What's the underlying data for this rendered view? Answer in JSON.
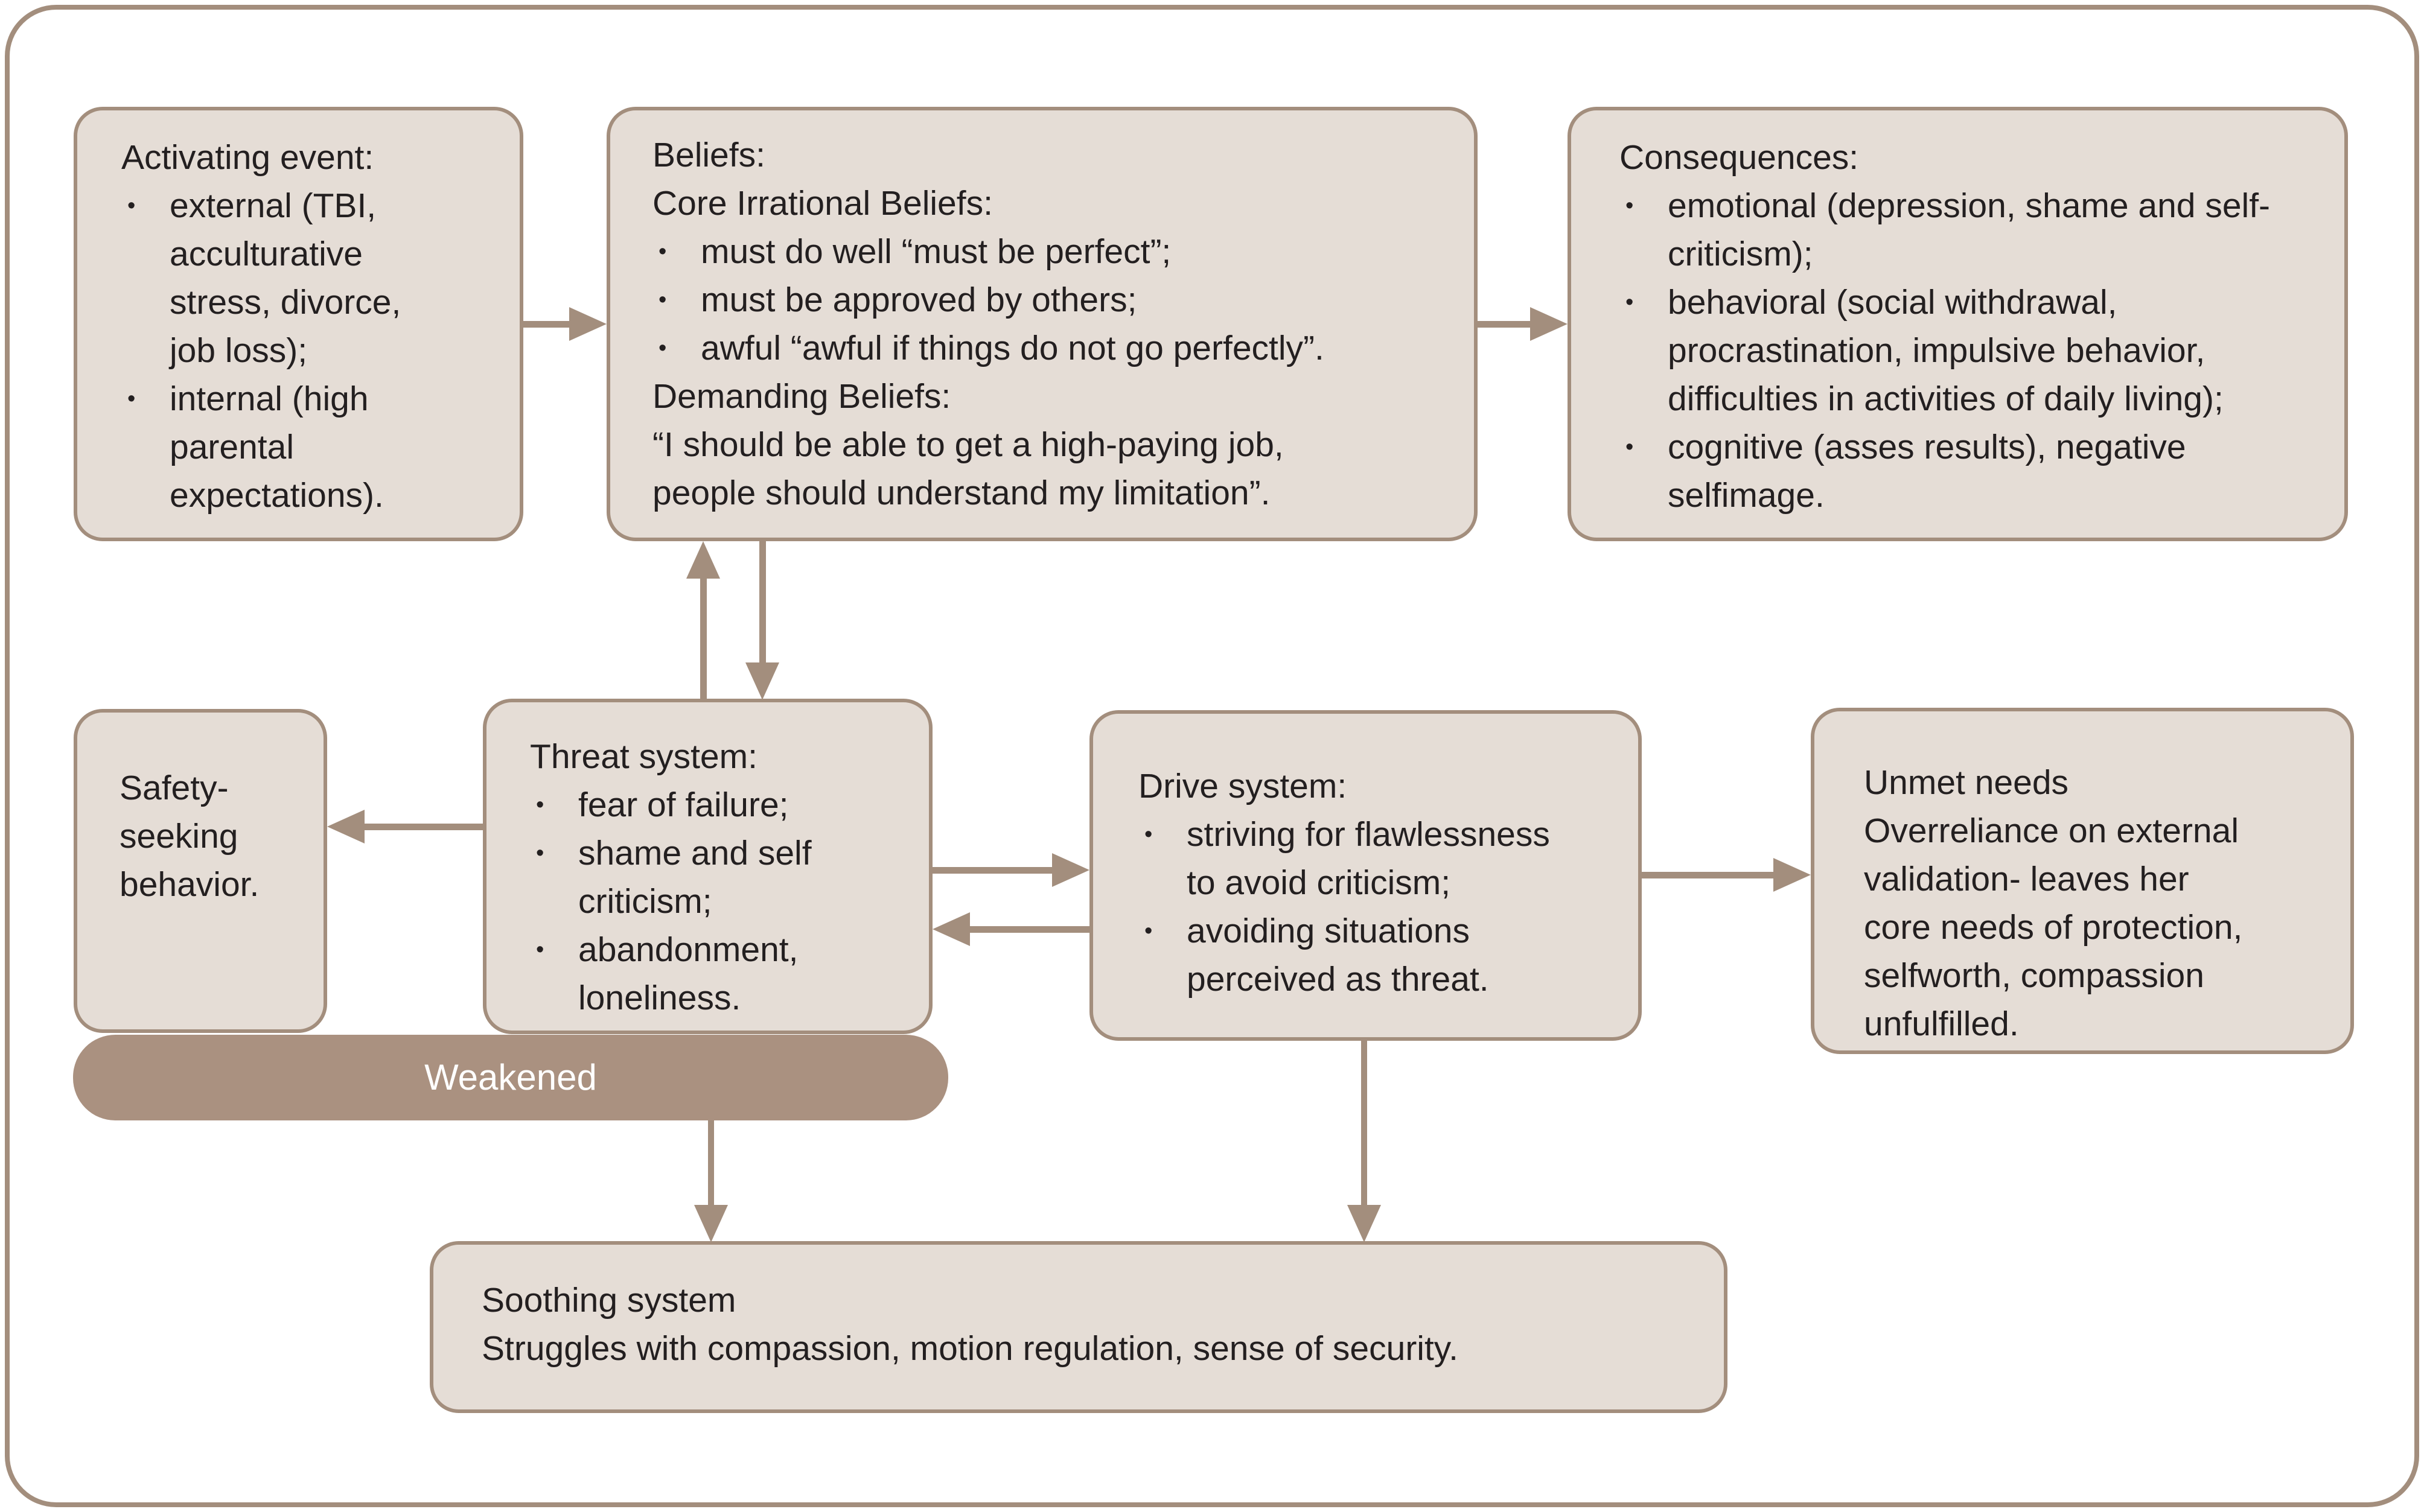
{
  "figure": {
    "bullet_char": "•",
    "colors": {
      "line": "#a38e7d",
      "fill": "#e5ddd6",
      "ink": "#231f20",
      "weakened_fill": "#aa9180",
      "weakened_ink": "#ffffff",
      "bg": "#ffffff"
    }
  },
  "boxes": {
    "activating": {
      "title": "Activating event:",
      "bullets": [
        "external (TBI, acculturative stress, divorce, job loss);",
        "internal (high parental expectations)."
      ]
    },
    "beliefs": {
      "line1": "Beliefs:",
      "line2": "Core Irrational Beliefs:",
      "bullets": [
        "must do well “must be perfect”;",
        "must be approved by others;",
        "awful “awful if things do not go perfectly”."
      ],
      "line3": "Demanding Beliefs:",
      "line4": "“I should be able to get a high-paying job, people should understand my limitation”."
    },
    "consequences": {
      "title": "Consequences:",
      "bullets": [
        "emotional (depression, shame and self-criticism);",
        "behavioral (social withdrawal, procrastination, impulsive behavior, difficulties in activities of daily living);",
        "cognitive (asses results), negative selfimage."
      ]
    },
    "safety": {
      "text": "Safety-seeking behavior."
    },
    "threat": {
      "title": "Threat system:",
      "bullets": [
        "fear of failure;",
        "shame and self criticism;",
        "abandonment, loneliness."
      ]
    },
    "drive": {
      "title": "Drive system:",
      "bullets": [
        "striving for flawlessness to avoid criticism;",
        "avoiding situations perceived as threat."
      ]
    },
    "unmet": {
      "line1": "Unmet needs",
      "line2": "Overreliance on external validation- leaves her core needs of protection, selfworth, compassion unfulfilled."
    },
    "weakened": {
      "label": "Weakened"
    },
    "soothing": {
      "line1": "Soothing system",
      "line2": "Struggles with compassion, motion regulation, sense of security."
    }
  }
}
